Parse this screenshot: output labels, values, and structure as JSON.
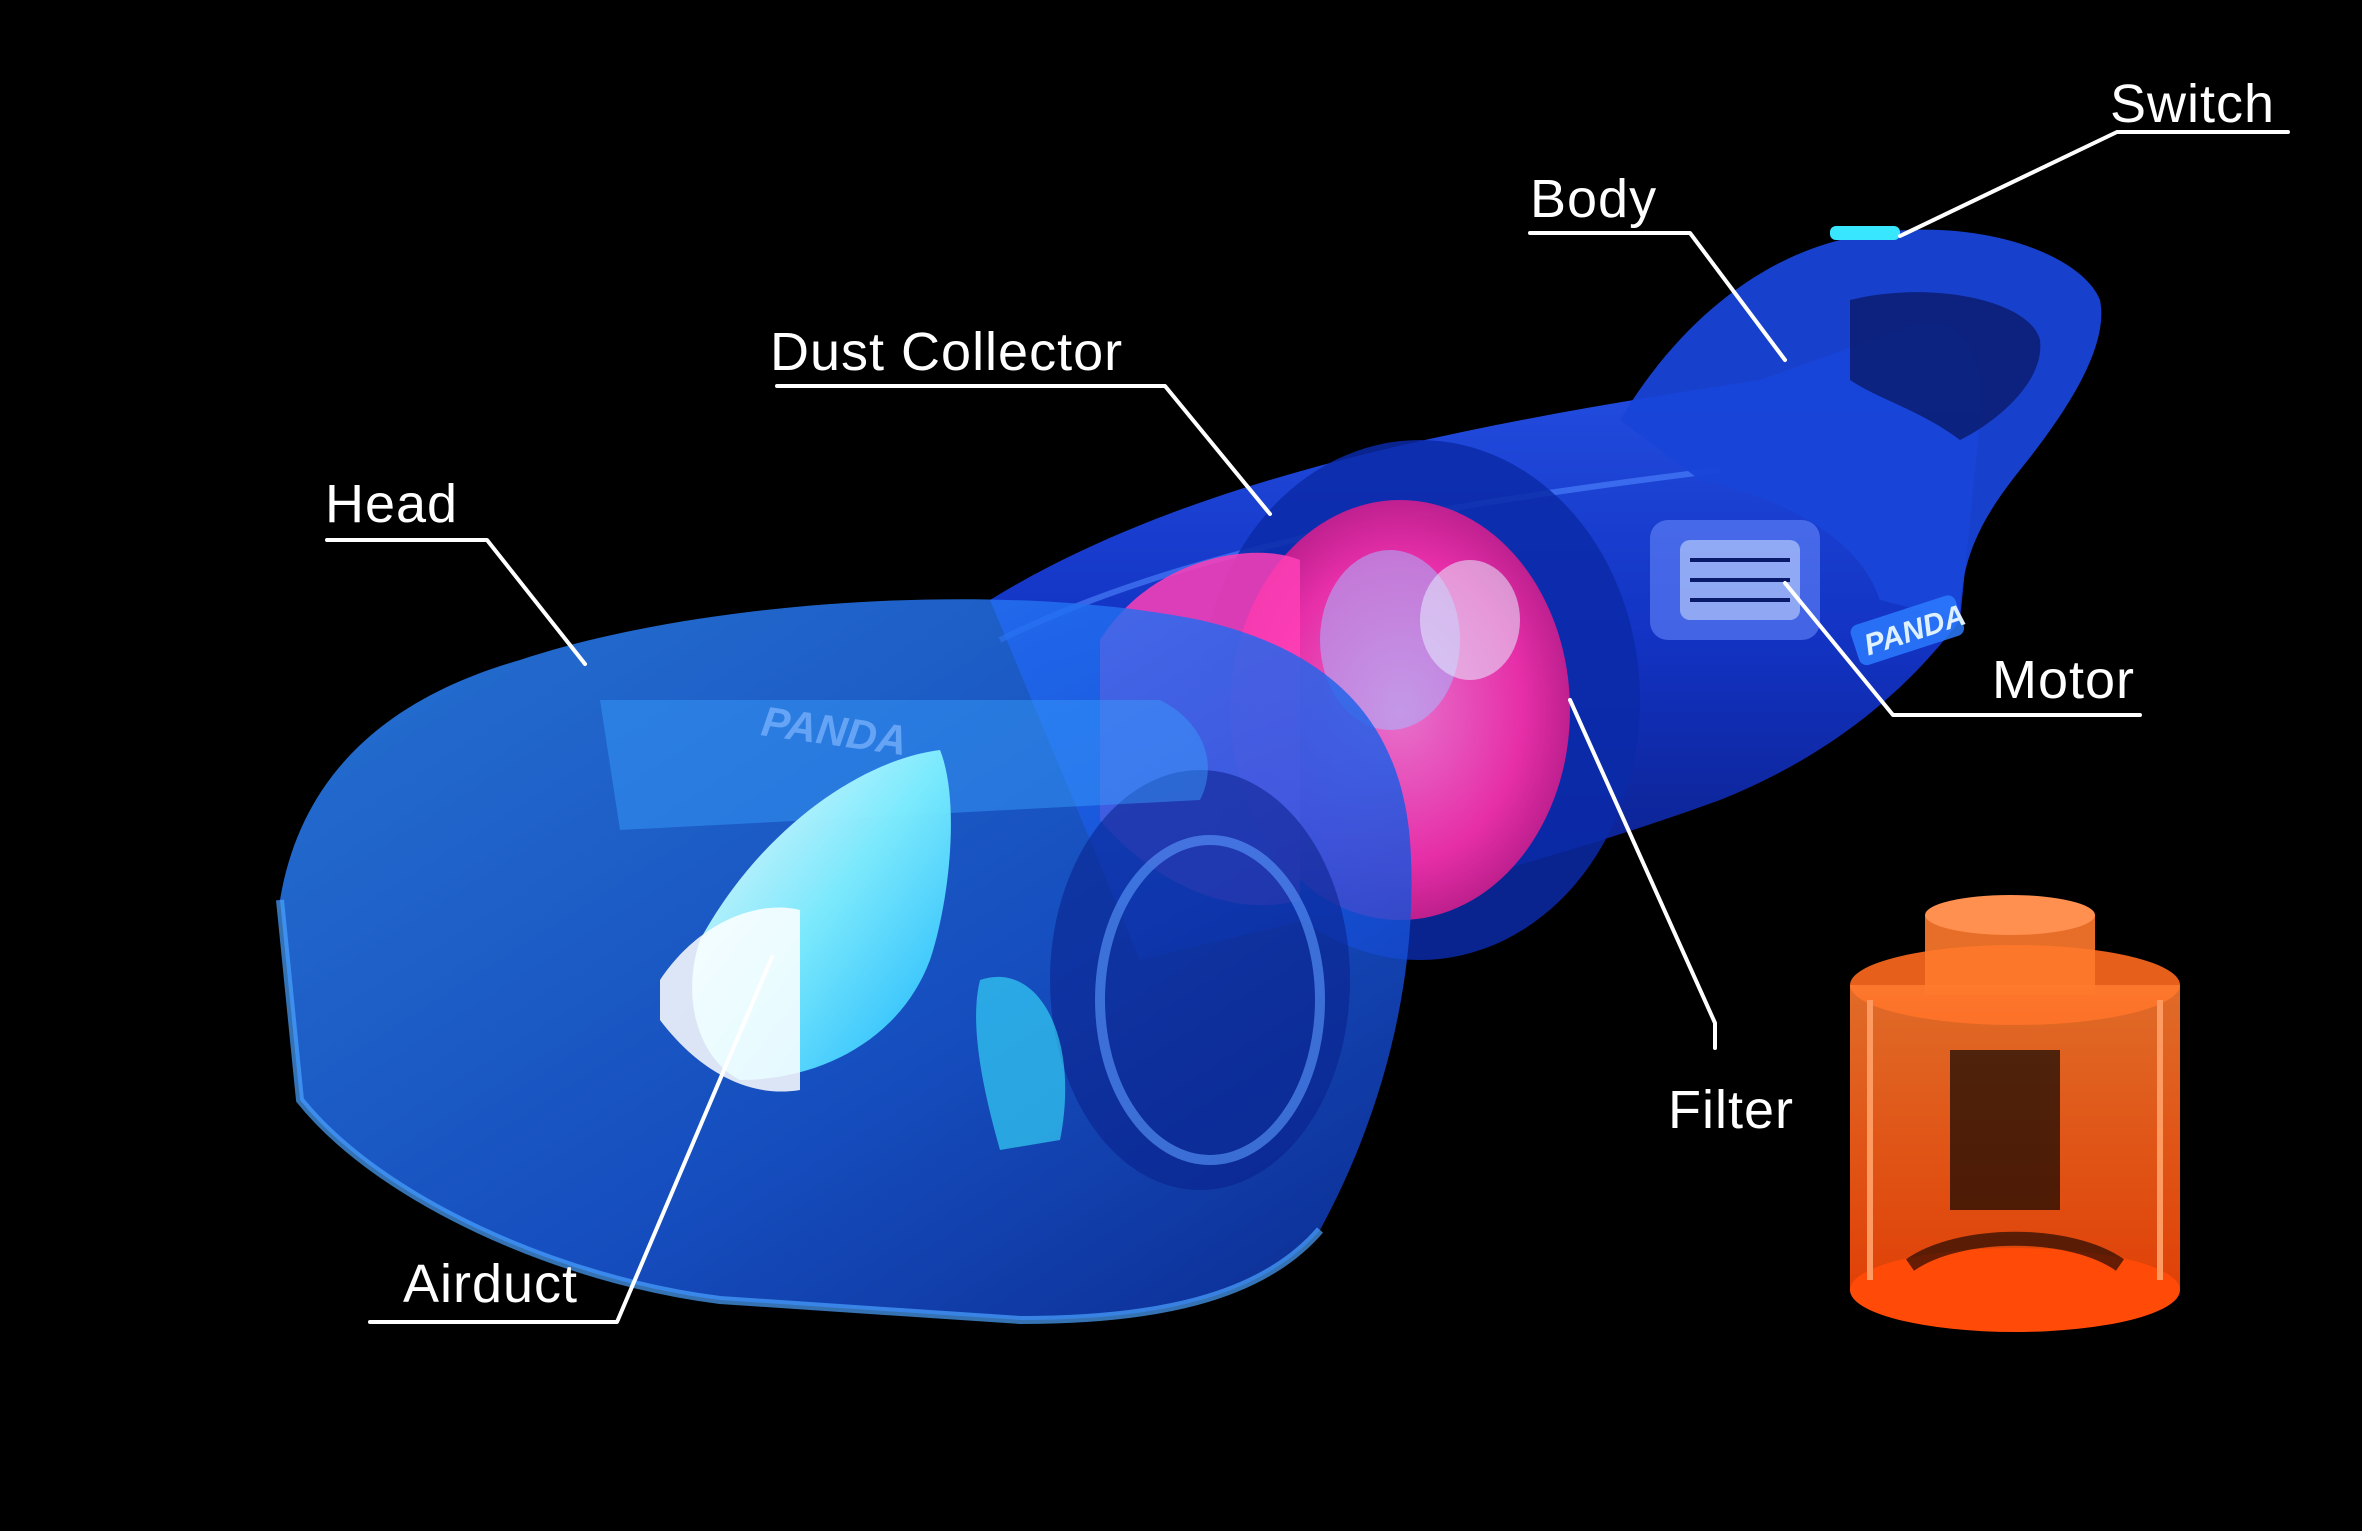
{
  "labels": {
    "switch": "Switch",
    "body": "Body",
    "dust_collector": "Dust Collector",
    "head": "Head",
    "motor": "Motor",
    "filter": "Filter",
    "airduct": "Airduct"
  },
  "brand": {
    "head_logo": "PANDA",
    "body_logo": "PANDA"
  },
  "colors": {
    "background": "#000000",
    "body_blue": "#1448e0",
    "head_blue": "#1a6cf0",
    "cyan_glow": "#38e6ff",
    "dust_magenta": "#ff2fa8",
    "filter_orange": "#ff5a12",
    "label_white": "#ffffff"
  }
}
